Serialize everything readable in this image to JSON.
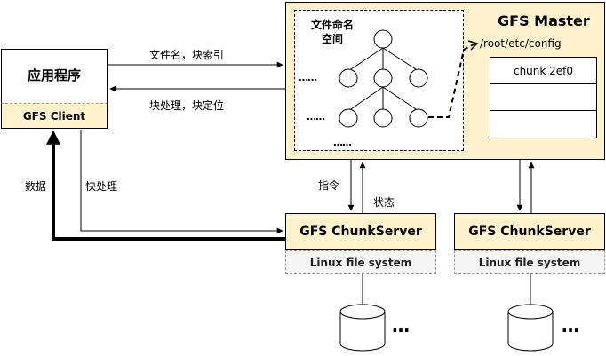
{
  "app": {
    "title": "应用程序",
    "client_label": "GFS Client"
  },
  "master": {
    "title": "GFS Master",
    "namespace_label": "文件命名\n空间",
    "path_label": "/root/etc/config",
    "chunk_label": "chunk 2ef0",
    "ellipsis": "……"
  },
  "chunkservers": [
    {
      "title": "GFS ChunkServer",
      "fs_label": "Linux file system"
    },
    {
      "title": "GFS ChunkServer",
      "fs_label": "Linux file system"
    }
  ],
  "arrows": {
    "filename_chunkindex": "文件名，块索引",
    "chunkhandle_location": "块处理，块定位",
    "data": "数据",
    "chunk_handle": "快处理",
    "instructions": "指令",
    "state": "状态"
  },
  "more": "…",
  "colors": {
    "yellow_fill": "#fff2cc",
    "fs_fill": "#f5f5f5"
  }
}
